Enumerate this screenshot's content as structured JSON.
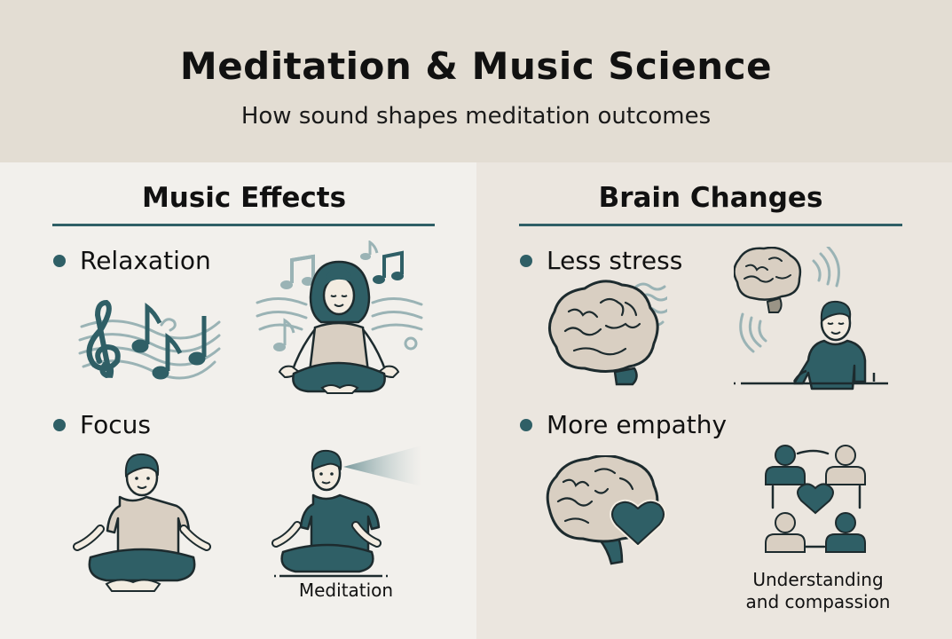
{
  "header": {
    "title": "Meditation & Music Science",
    "subtitle": "How sound shapes meditation outcomes"
  },
  "panels": [
    {
      "title": "Music Effects",
      "items": [
        {
          "label": "Relaxation",
          "illustrations": [
            "treble-clef-music-notes",
            "woman-meditating-with-music"
          ]
        },
        {
          "label": "Focus",
          "illustrations": [
            "man-meditating",
            "man-meditating-focused-gaze"
          ],
          "caption": "Meditation"
        }
      ]
    },
    {
      "title": "Brain Changes",
      "items": [
        {
          "label": "Less stress",
          "illustrations": [
            "calm-brain-waves",
            "brain-over-relaxed-person"
          ]
        },
        {
          "label": "More empathy",
          "illustrations": [
            "brain-with-heart",
            "connected-people-heart"
          ],
          "caption_lines": [
            "Understanding",
            "and compassion"
          ]
        }
      ]
    }
  ],
  "colors": {
    "accent": "#2f5f66",
    "header_bg": "#e3ddd3",
    "left_panel_bg": "#f2f0ec",
    "right_panel_bg": "#ebe6df",
    "skin": "#f3ece1",
    "shirt_beige": "#d9cfc2",
    "light_teal": "#9ab3b5"
  }
}
